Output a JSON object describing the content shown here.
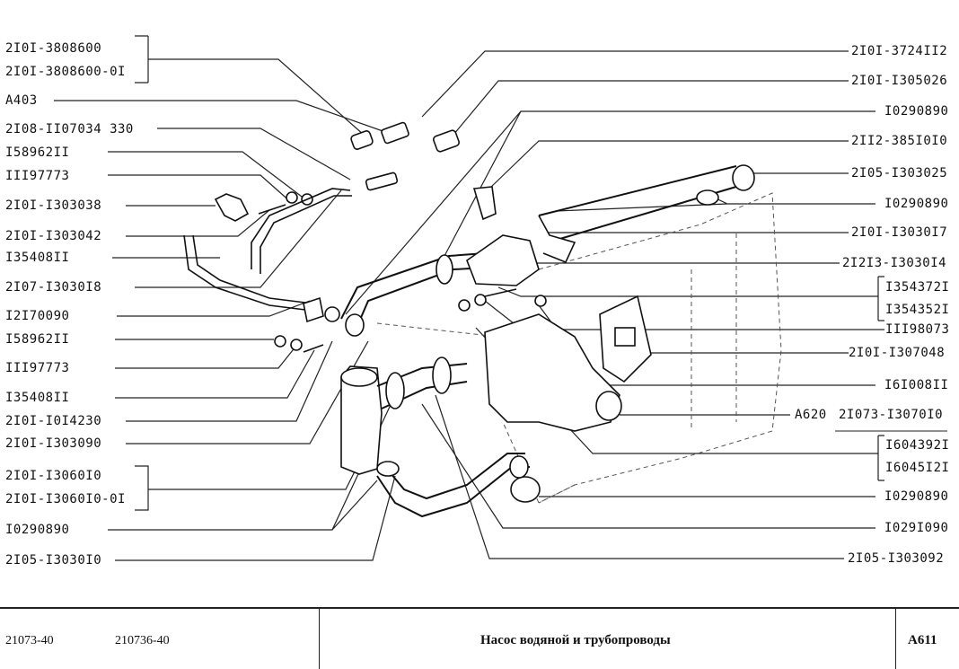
{
  "labels_left": [
    "2I0I-3808600",
    "2I0I-3808600-0I",
    "A403",
    "2I08-II07034 330",
    "I58962II",
    "III97773",
    "2I0I-I303038",
    "2I0I-I303042",
    "I35408II",
    "2I07-I3030I8",
    "I2I70090",
    "I58962II",
    "III97773",
    "I35408II",
    "2I0I-I0I4230",
    "2I0I-I303090",
    "2I0I-I3060I0",
    "2I0I-I3060I0-0I",
    "I0290890",
    "2I05-I3030I0"
  ],
  "labels_right": [
    "2I0I-3724II2",
    "2I0I-I305026",
    "I0290890",
    "2II2-385I0I0",
    "2I05-I303025",
    "I0290890",
    "2I0I-I3030I7",
    "2I2I3-I3030I4",
    "I354372I",
    "I354352I",
    "III98073",
    "2I0I-I307048",
    "I6I008II",
    "A620",
    "2I073-I3070I0",
    "I604392I",
    "I6045I2I",
    "I0290890",
    "I029I090",
    "2I05-I303092"
  ],
  "footer": {
    "code1": "21073-40",
    "code2": "210736-40",
    "title": "Насос водяной и трубопроводы",
    "page": "A611"
  }
}
